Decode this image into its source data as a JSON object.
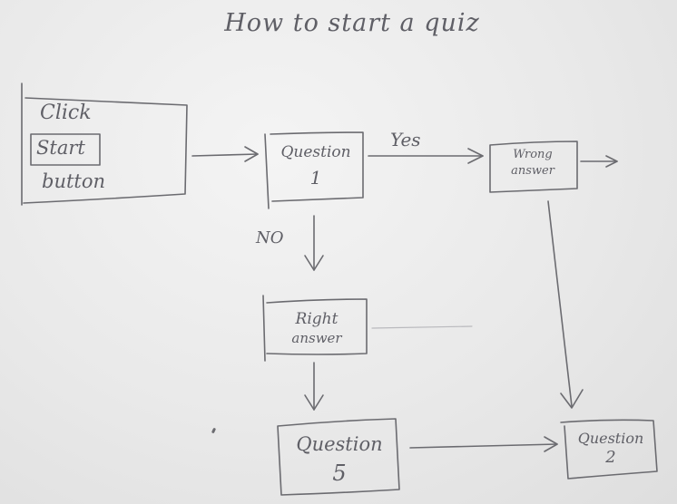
{
  "title": "How to start a quiz",
  "nodes": {
    "click_start": {
      "line1": "Click",
      "button_label": "Start",
      "line3": "button"
    },
    "question1": {
      "line1": "Question",
      "line2": "1"
    },
    "wrong_answer": {
      "line1": "Wrong",
      "line2": "answer"
    },
    "right_answer": {
      "line1": "Right",
      "line2": "answer"
    },
    "question5": {
      "line1": "Question",
      "line2": "5"
    },
    "question2": {
      "line1": "Question",
      "line2": "2"
    }
  },
  "edges": {
    "yes_label": "Yes",
    "no_label": "NO"
  },
  "ink_color": "#6b6b70",
  "paper_color": "#ececec"
}
